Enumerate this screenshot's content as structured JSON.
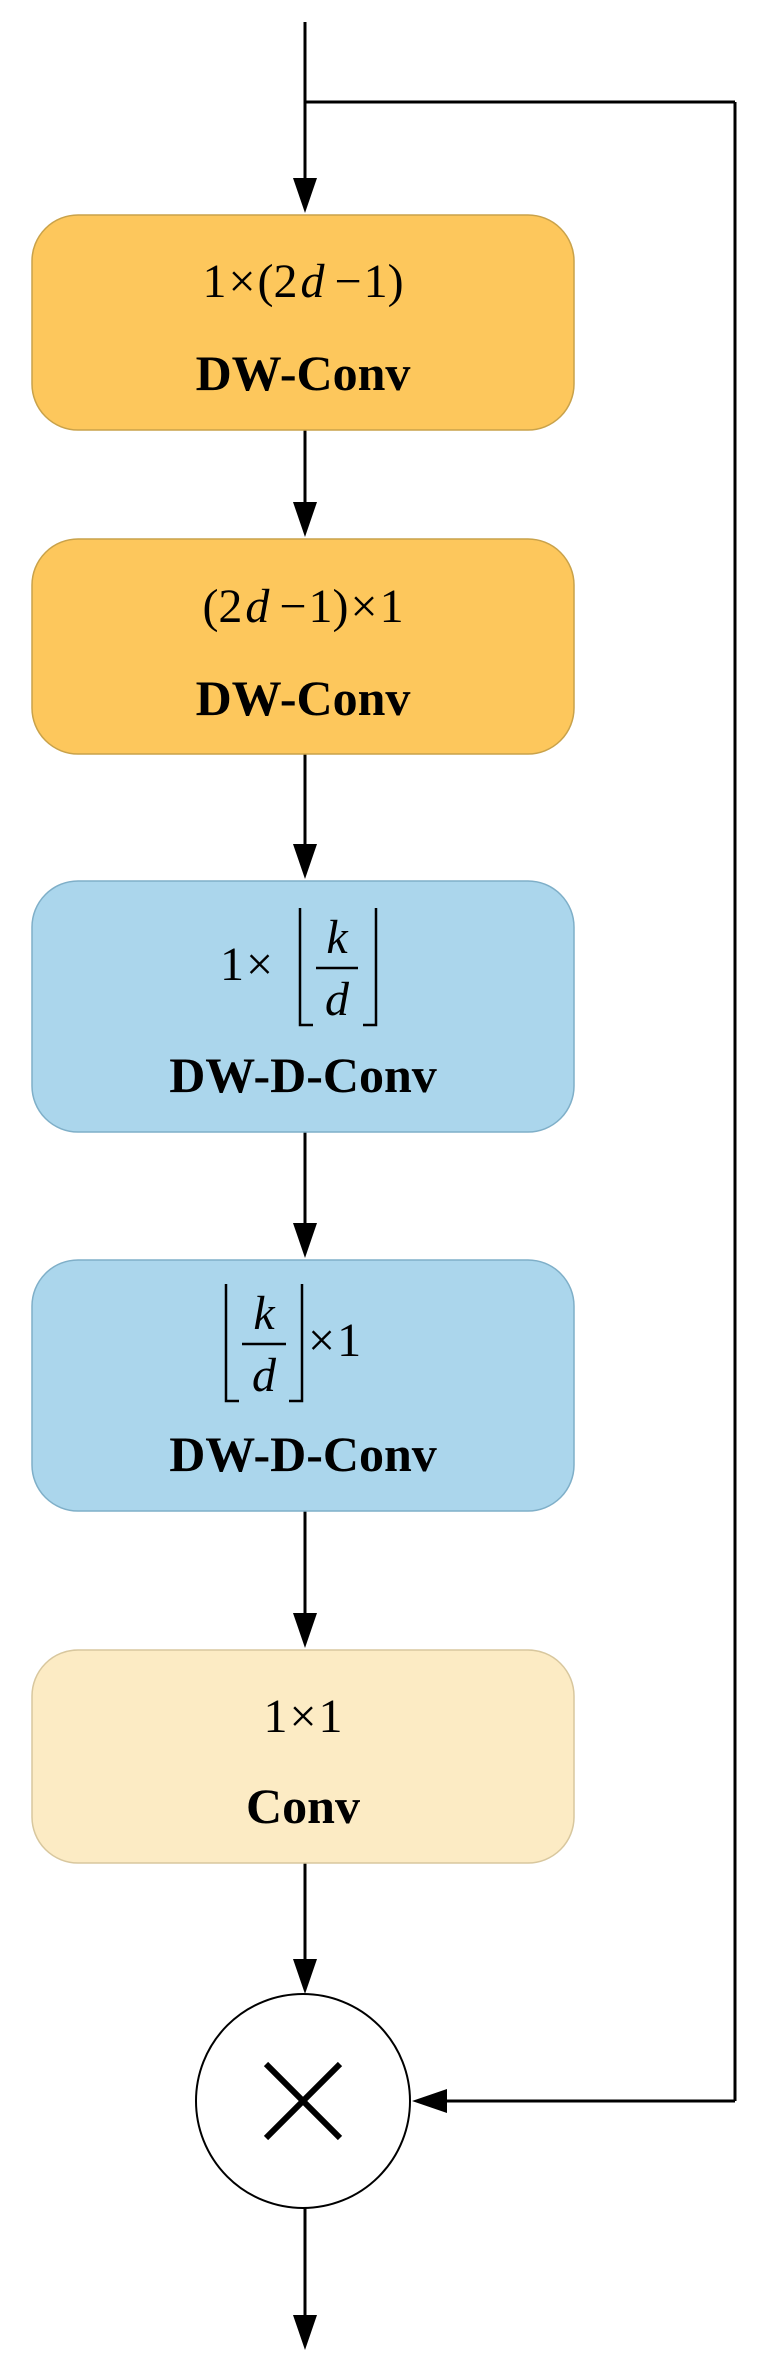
{
  "colors": {
    "orange": "#FDC75C",
    "blue": "#ABD6EC",
    "cream": "#FCEBC4",
    "line": "#000000"
  },
  "blocks": [
    {
      "id": "dwconv-row",
      "kernel": {
        "a": "1",
        "times": "×",
        "paren_l": "(2",
        "d": "d",
        "minus": "−",
        "one": "1)"
      },
      "label": "DW-Conv"
    },
    {
      "id": "dwconv-col",
      "kernel": {
        "paren_l": "(2",
        "d": "d",
        "minus": "−",
        "one": "1)",
        "times": "×",
        "b": "1"
      },
      "label": "DW-Conv"
    },
    {
      "id": "dwdconv-row",
      "kernel": {
        "a": "1",
        "times": "×",
        "k": "k",
        "d": "d"
      },
      "label": "DW-D-Conv"
    },
    {
      "id": "dwdconv-col",
      "kernel": {
        "k": "k",
        "d": "d",
        "times": "×",
        "b": "1"
      },
      "label": "DW-D-Conv"
    },
    {
      "id": "conv1x1",
      "kernel": {
        "a": "1",
        "times": "×",
        "b": "1"
      },
      "label": "Conv"
    }
  ],
  "multiply": {
    "icon": "multiply-icon"
  }
}
